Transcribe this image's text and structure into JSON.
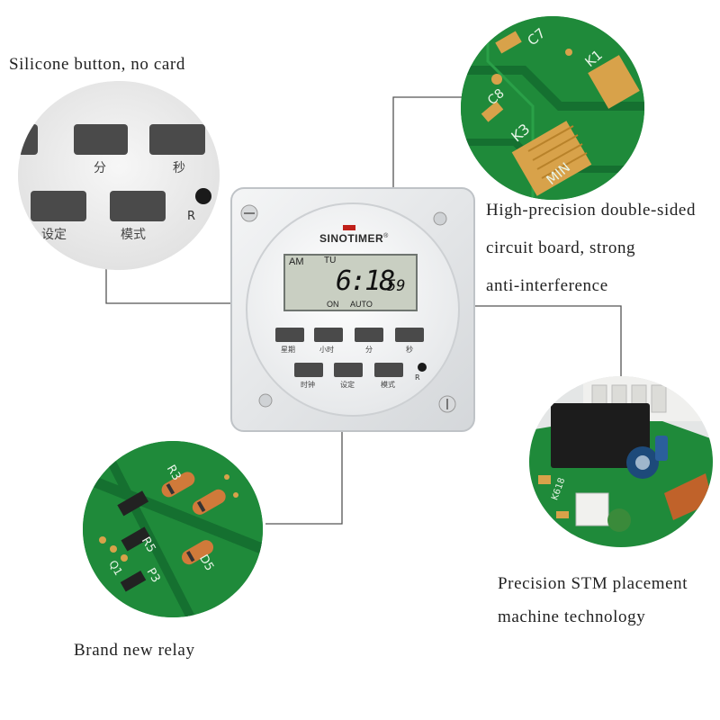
{
  "captions": {
    "buttons": "Silicone button, no card",
    "board_line1": "High-precision double-sided",
    "board_line2": "circuit board, strong",
    "board_line3": "anti-interference",
    "smt_line1": "Precision STM placement",
    "smt_line2": "machine technology",
    "relay": "Brand new relay"
  },
  "timer": {
    "brand": "SINOTIMER",
    "registered": "®",
    "lcd": {
      "ampm": "AM",
      "day": "TU",
      "time": "6:18",
      "seconds": "59",
      "on": "ON",
      "mode": "AUTO"
    },
    "buttons_row1": [
      "星期",
      "小时",
      "分",
      "秒"
    ],
    "buttons_row2": [
      "时钟",
      "设定",
      "模式"
    ],
    "reset": "R"
  },
  "zoom_buttons": {
    "top": [
      "分",
      "秒"
    ],
    "bottom": [
      "设定",
      "模式"
    ],
    "reset": "R"
  },
  "board_marks": {
    "top": [
      "C7",
      "K1",
      "C8",
      "K3",
      "MIN"
    ],
    "relay_board": [
      "K618"
    ],
    "bottom": [
      "R3",
      "R5",
      "P3",
      "D5",
      "Q1"
    ]
  },
  "colors": {
    "pcb_green": "#1f8a3a",
    "pcb_dark": "#0f6a2a",
    "copper": "#d8a24a",
    "button": "#4a4a4a",
    "lcd": "#c9cfc2",
    "indicator": "#c0201a"
  }
}
